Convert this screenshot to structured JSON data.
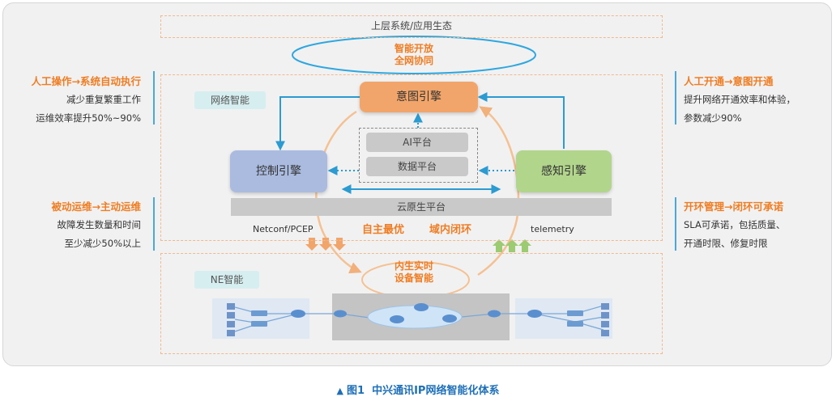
{
  "upper_layer": "上层系统/应用生态",
  "smart_open": [
    "智能开放",
    "全网协同"
  ],
  "network_intelligence_tag": "网络智能",
  "ne_intelligence_tag": "NE智能",
  "intent_engine": "意图引擎",
  "control_engine": "控制引擎",
  "sense_engine": "感知引擎",
  "ai_platform": "AI平台",
  "data_platform": "数据平台",
  "cloud_native_platform": "云原生平台",
  "netconf_label": "Netconf/PCEP",
  "telemetry_label": "telemetry",
  "autonomy_label": "自主最优",
  "domain_loop_label": "域内闭环",
  "embedded": [
    "内生实时",
    "设备智能"
  ],
  "left_notes": [
    {
      "heading": "人工操作→系统自动执行",
      "lines": [
        "减少重复繁重工作",
        "运维效率提升50%~90%"
      ]
    },
    {
      "heading": "被动运维→主动运维",
      "lines": [
        "故障发生数量和时间",
        "至少减少50%以上"
      ]
    }
  ],
  "right_notes": [
    {
      "heading": "人工开通→意图开通",
      "lines": [
        "提升网络开通效率和体验，",
        "参数减少90%"
      ]
    },
    {
      "heading": "开环管理→闭环可承诺",
      "lines": [
        "SLA可承诺，包括质量、",
        "开通时限、修复时限"
      ]
    }
  ],
  "caption": {
    "marker": "▲",
    "figure": "图1",
    "title": "中兴通讯IP网络智能化体系"
  },
  "colors": {
    "accent_orange": "#ef7d22",
    "arrow_blue": "#2b9bd1",
    "intent": "#f2a56a",
    "control": "#aabbdf",
    "sense": "#b2d58c"
  }
}
